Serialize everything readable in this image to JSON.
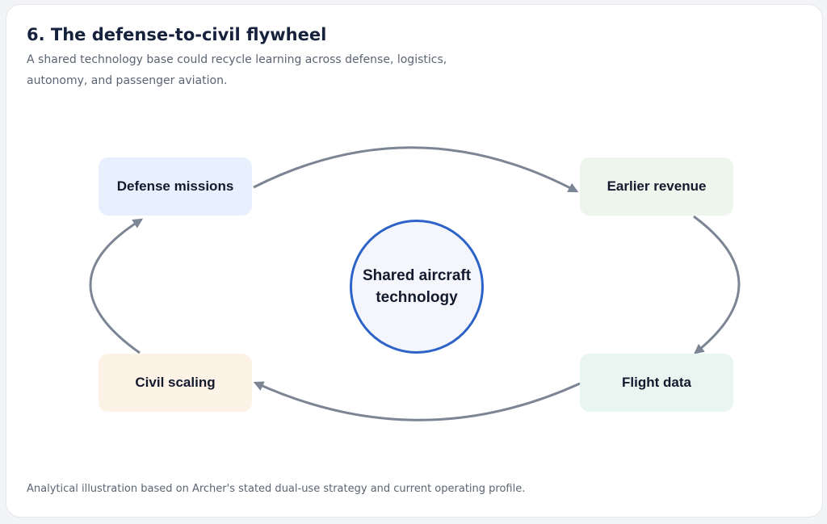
{
  "header": {
    "title": "6. The defense-to-civil flywheel",
    "subtitle": "A shared technology base could recycle learning across defense, logistics, autonomy, and passenger aviation."
  },
  "diagram": {
    "center_label": "Shared aircraft\ntechnology",
    "nodes": {
      "defense_missions": "Defense missions",
      "earlier_revenue": "Earlier revenue",
      "flight_data": "Flight data",
      "civil_scaling": "Civil scaling"
    },
    "flow": [
      "Defense missions",
      "Earlier revenue",
      "Flight data",
      "Civil scaling",
      "Defense missions"
    ]
  },
  "footer": {
    "note": "Analytical illustration based on Archer's stated dual-use strategy and current operating profile."
  },
  "colors": {
    "center_border": "#2d63c8",
    "center_fill": "#f4f6fb",
    "arrow": "#7c8593",
    "defense_missions_fill": "#e8effd",
    "earlier_revenue_fill": "#edf5ec",
    "flight_data_fill": "#e8f5f1",
    "civil_scaling_fill": "#fdf2e6",
    "title_text": "#16213b",
    "body_text": "#5b6472"
  }
}
